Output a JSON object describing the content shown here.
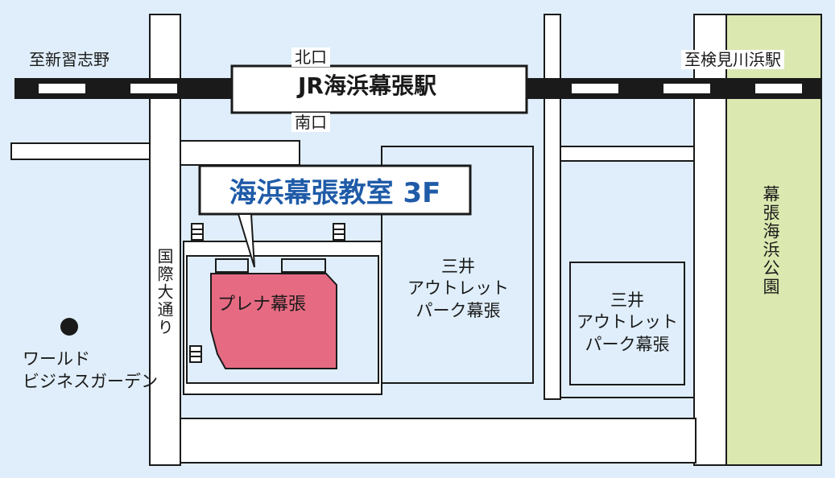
{
  "colors": {
    "water": "#dfeefa",
    "road": "#ffffff",
    "outline": "#1a1a1a",
    "park": "#dbe8b0",
    "highlight": "#e66a82",
    "callout_text": "#1f5ba8"
  },
  "station": {
    "name": "JR海浜幕張駅",
    "north_exit": "北口",
    "south_exit": "南口",
    "to_west": "至新習志野",
    "to_east": "至検見川浜駅"
  },
  "callout": {
    "label": "海浜幕張教室 3F"
  },
  "buildings": {
    "plena": "プレナ幕張",
    "mitsui_outlet_1": "三井\nアウトレット\nパーク幕張",
    "mitsui_outlet_2": "三井\nアウトレット\nパーク幕張",
    "world_business_garden": "ワールド\nビジネスガーデン"
  },
  "roads": {
    "kokusai": "国際大通り"
  },
  "park": {
    "name": "幕張海浜公園"
  },
  "icons": {
    "marker": "dot-marker-icon",
    "stairs": "stairs-icon"
  }
}
